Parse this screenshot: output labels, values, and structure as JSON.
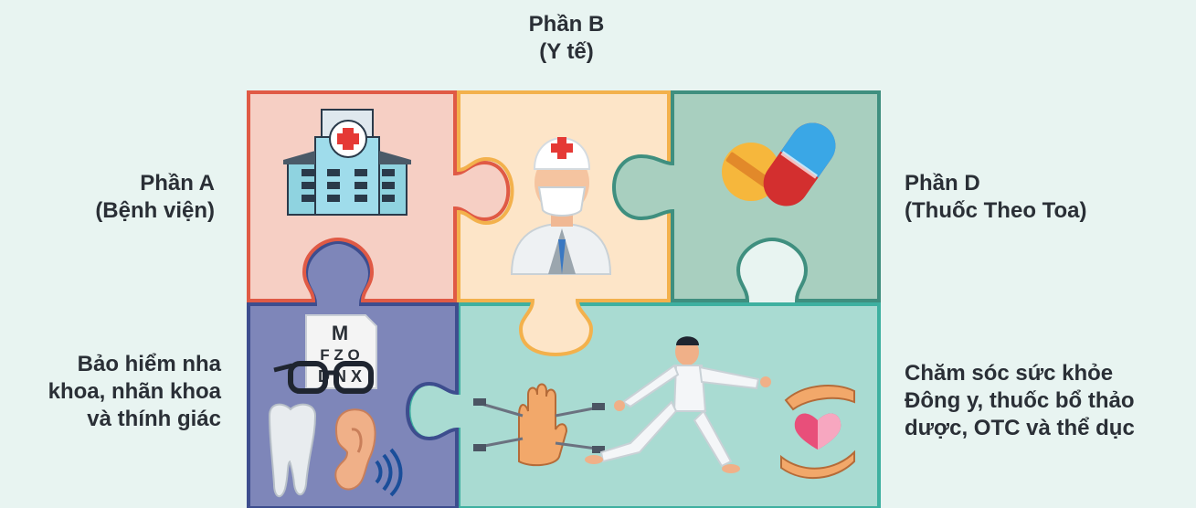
{
  "labels": {
    "part_b": [
      "Phần B",
      "(Y tế)"
    ],
    "part_a": [
      "Phần A",
      "(Bệnh viện)"
    ],
    "part_d": [
      "Phần D",
      "(Thuốc Theo Toa)"
    ],
    "part_c": [
      "Bảo hiểm nha",
      "khoa, nhãn khoa",
      "và thính giác"
    ],
    "part_e": [
      "Chăm sóc sức khỏe",
      "Đông y, thuốc bổ thảo",
      "dược, OTC và thể dục"
    ]
  },
  "eye_chart": [
    "M",
    "F Z O",
    "D N X"
  ],
  "icons": [
    "hospital-icon",
    "doctor-icon",
    "pill-icon",
    "eye-chart-icon",
    "glasses-icon",
    "tooth-icon",
    "ear-icon",
    "acupuncture-hand-icon",
    "tai-chi-person-icon",
    "heart-hands-icon"
  ],
  "colors": {
    "background": "#e8f4f1",
    "piece_a_fill": "#f6cfc4",
    "piece_a_border": "#e05a45",
    "piece_b_fill": "#fde5c8",
    "piece_b_border": "#f3b14c",
    "piece_d_fill": "#a8cfbf",
    "piece_d_border": "#3f8f7f",
    "piece_c_fill": "#7e86b9",
    "piece_c_border": "#3d4d8e",
    "piece_e_fill": "#a9dbd2",
    "piece_e_border": "#3eb0a0"
  }
}
